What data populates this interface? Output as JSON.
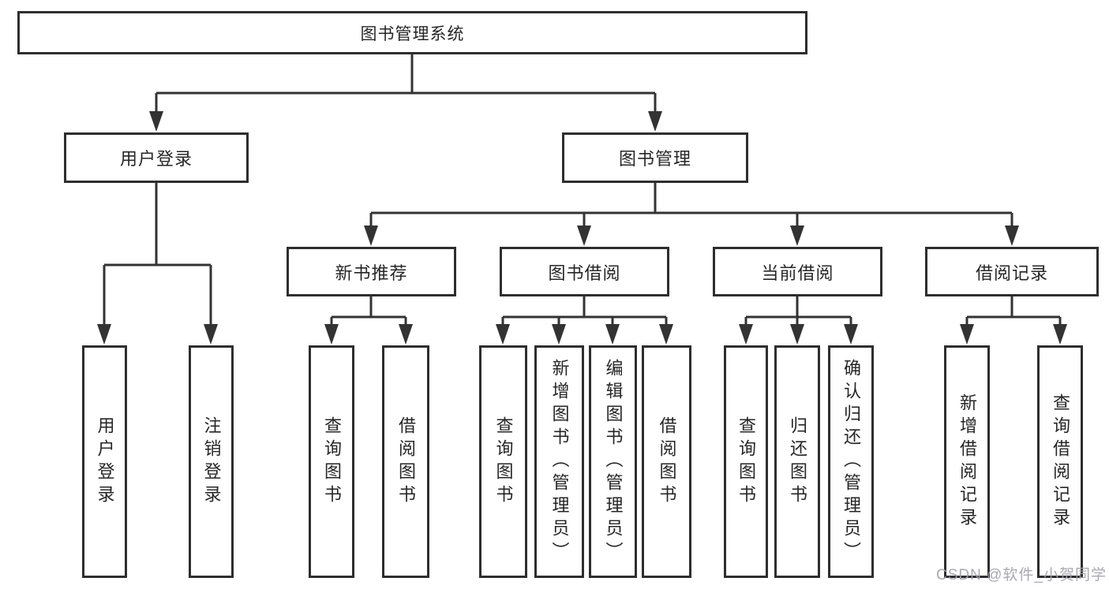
{
  "diagram": {
    "title_node": "图书管理系统",
    "tree": {
      "root": {
        "label": "图书管理系统"
      },
      "branches": [
        {
          "label": "用户登录",
          "children": [
            {
              "label": "用户登录"
            },
            {
              "label": "注销登录"
            }
          ]
        },
        {
          "label": "图书管理",
          "children": [
            {
              "label": "新书推荐",
              "children": [
                {
                  "label": "查询图书"
                },
                {
                  "label": "借阅图书"
                }
              ]
            },
            {
              "label": "图书借阅",
              "children": [
                {
                  "label": "查询图书"
                },
                {
                  "label": "新增图书（管理员）"
                },
                {
                  "label": "编辑图书（管理员）"
                },
                {
                  "label": "借阅图书"
                }
              ]
            },
            {
              "label": "当前借阅",
              "children": [
                {
                  "label": "查询图书"
                },
                {
                  "label": "归还图书"
                },
                {
                  "label": "确认归还（管理员）"
                }
              ]
            },
            {
              "label": "借阅记录",
              "children": [
                {
                  "label": "新增借阅记录"
                },
                {
                  "label": "查询借阅记录"
                }
              ]
            }
          ]
        }
      ]
    },
    "colors": {
      "line": "#333333",
      "box_border": "#2e2e2e",
      "box_fill": "#ffffff",
      "text": "#262626",
      "background": "#ffffff"
    }
  },
  "watermark": {
    "text": "CSDN @软件_小贺同学",
    "color": "#a2a2aa"
  }
}
